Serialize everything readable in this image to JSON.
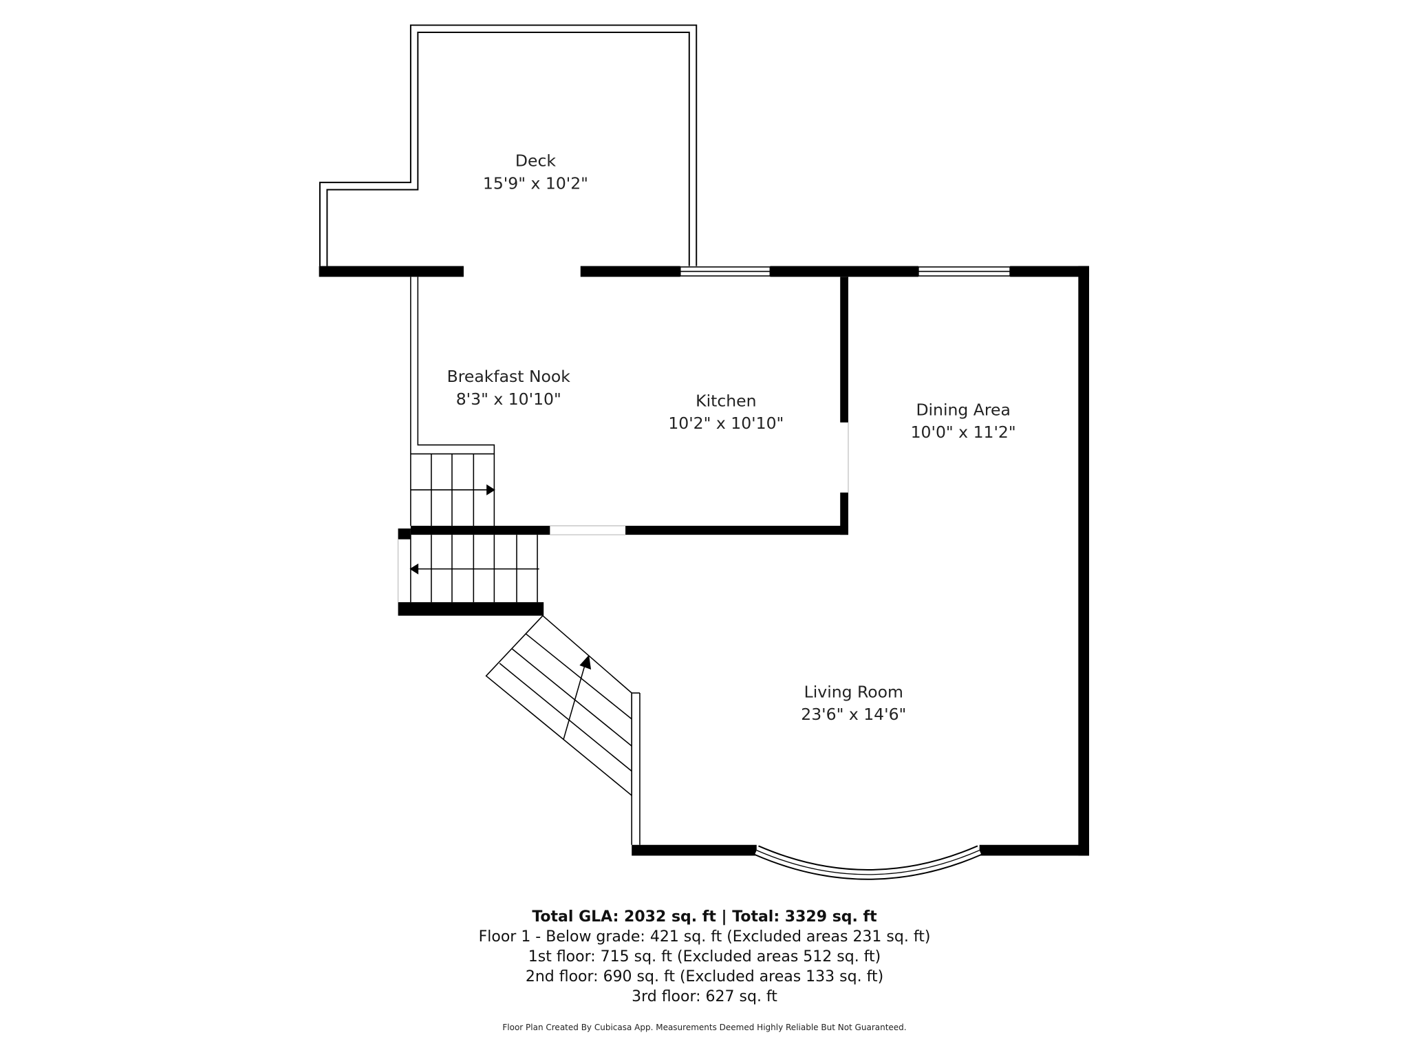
{
  "rooms": [
    {
      "name": "Deck",
      "dims": "15'9\" x 10'2\""
    },
    {
      "name": "Breakfast Nook",
      "dims": "8'3\" x 10'10\""
    },
    {
      "name": "Kitchen",
      "dims": "10'2\" x 10'10\""
    },
    {
      "name": "Dining Area",
      "dims": "10'0\" x 11'2\""
    },
    {
      "name": "Living Room",
      "dims": "23'6\" x 14'6\""
    }
  ],
  "summary": {
    "total": "Total GLA: 2032 sq. ft | Total: 3329 sq. ft",
    "lines": [
      "Floor 1 - Below grade: 421 sq. ft (Excluded areas 231 sq. ft)",
      "1st floor: 715 sq. ft (Excluded areas 512 sq. ft)",
      "2nd floor: 690 sq. ft (Excluded areas 133 sq. ft)",
      "3rd floor: 627 sq. ft"
    ]
  },
  "credit": "Floor Plan Created By Cubicasa App. Measurements Deemed Highly Reliable But Not Guaranteed.",
  "colors": {
    "wall": "#000000",
    "background": "#ffffff"
  }
}
